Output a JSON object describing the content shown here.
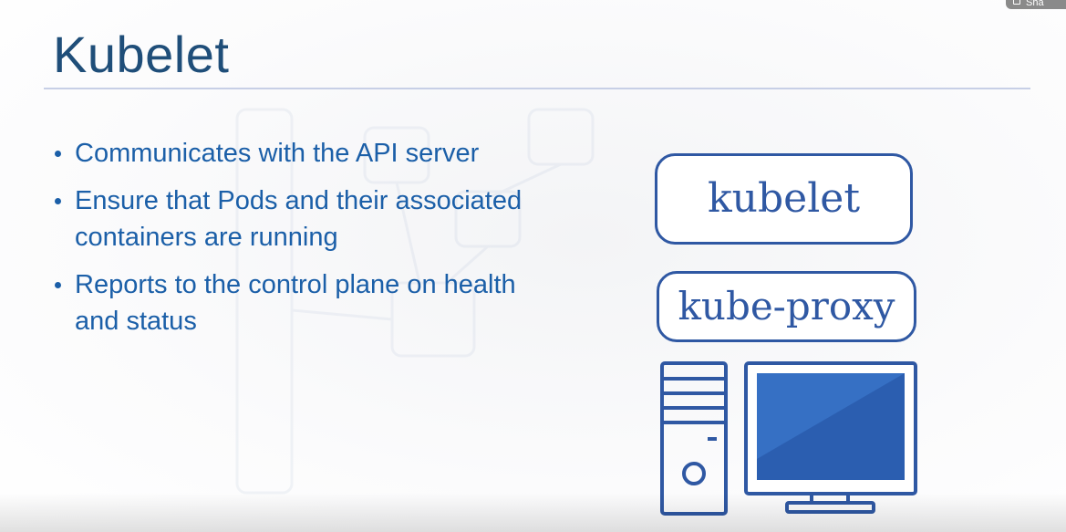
{
  "slide": {
    "title": "Kubelet",
    "bullets": [
      "Communicates with the API server",
      "Ensure that Pods and their associated containers are running",
      "Reports to the control plane on health and status"
    ]
  },
  "diagram": {
    "kubelet_label": "kubelet",
    "proxy_label": "kube-proxy",
    "icon": "computer-icon"
  },
  "overlay": {
    "share_label": "Sha"
  },
  "colors": {
    "title": "#1f4e79",
    "bullet_text": "#1b5fa8",
    "outline": "#2f58a3",
    "screen_fill": "#2b5eb0"
  }
}
